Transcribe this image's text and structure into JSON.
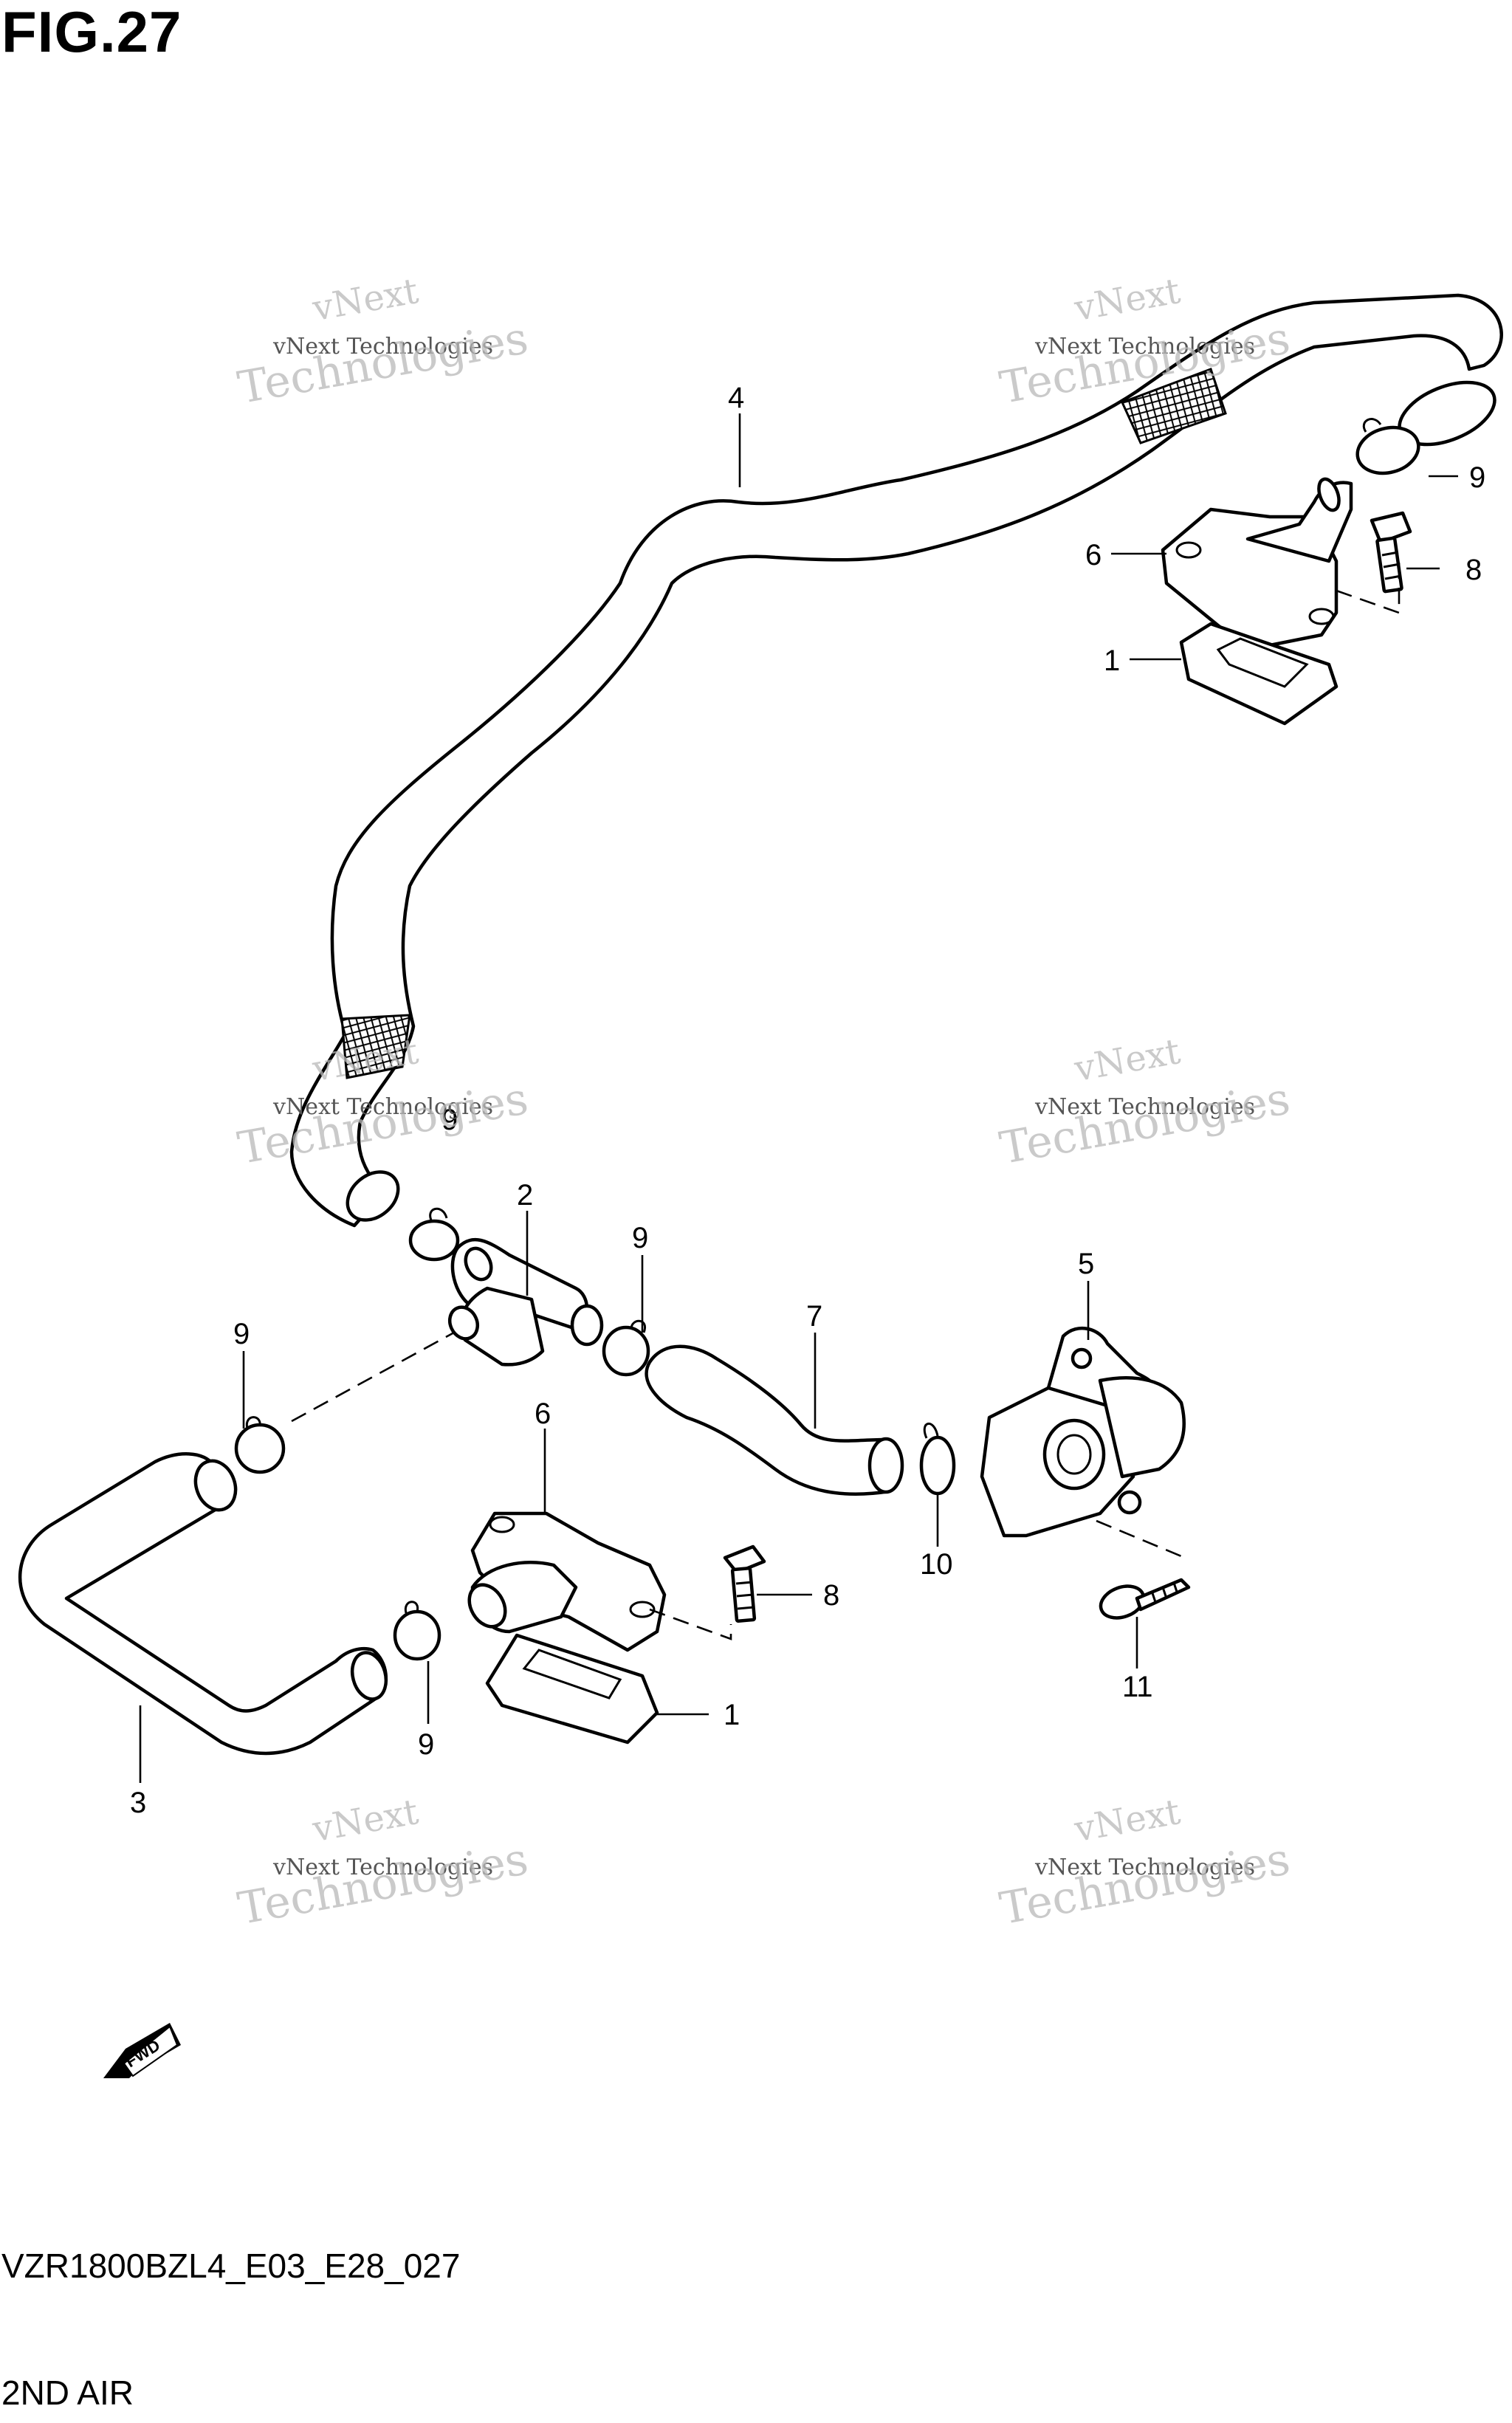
{
  "figure": {
    "title": "FIG.27",
    "code": "VZR1800BZL4_E03_E28_027",
    "subtitle": "2ND AIR",
    "fwd_label": "FWD"
  },
  "watermark": {
    "line1": "vNext",
    "line2": "vNext Technologies",
    "line3": "Technologies"
  },
  "callouts": {
    "c1_top": "1",
    "c1_bottom": "1",
    "c2": "2",
    "c3": "3",
    "c4": "4",
    "c5": "5",
    "c6_top": "6",
    "c6_bottom": "6",
    "c7": "7",
    "c8_top": "8",
    "c8_bottom": "8",
    "c9_top_right": "9",
    "c9_upper_left": "9",
    "c9_middle": "9",
    "c9_left": "9",
    "c9_bottom": "9",
    "c10": "10",
    "c11": "11"
  }
}
